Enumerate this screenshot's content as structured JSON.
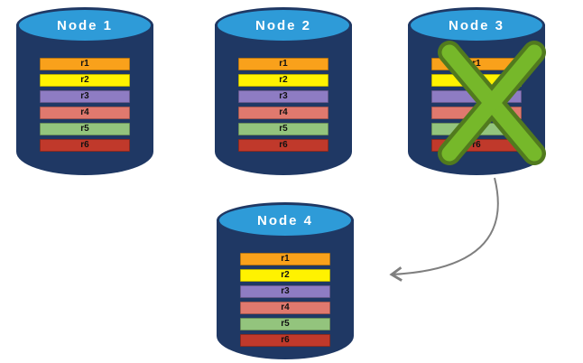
{
  "diagram": {
    "nodes": [
      {
        "label": "Node 1",
        "failed": false
      },
      {
        "label": "Node 2",
        "failed": false
      },
      {
        "label": "Node 3",
        "failed": true
      },
      {
        "label": "Node 4",
        "failed": false
      }
    ],
    "records": [
      {
        "label": "r1",
        "color": "#F9A11B"
      },
      {
        "label": "r2",
        "color": "#FFF200"
      },
      {
        "label": "r3",
        "color": "#8E7CC3"
      },
      {
        "label": "r4",
        "color": "#E0796E"
      },
      {
        "label": "r5",
        "color": "#93C47D"
      },
      {
        "label": "r6",
        "color": "#C0392B"
      }
    ],
    "colors": {
      "cylinder_body": "#1F3864",
      "cylinder_top": "#2E9BD8",
      "x_inner": "#76B82A",
      "x_outline": "#517A1E",
      "arrow": "#7F7F7F"
    }
  }
}
